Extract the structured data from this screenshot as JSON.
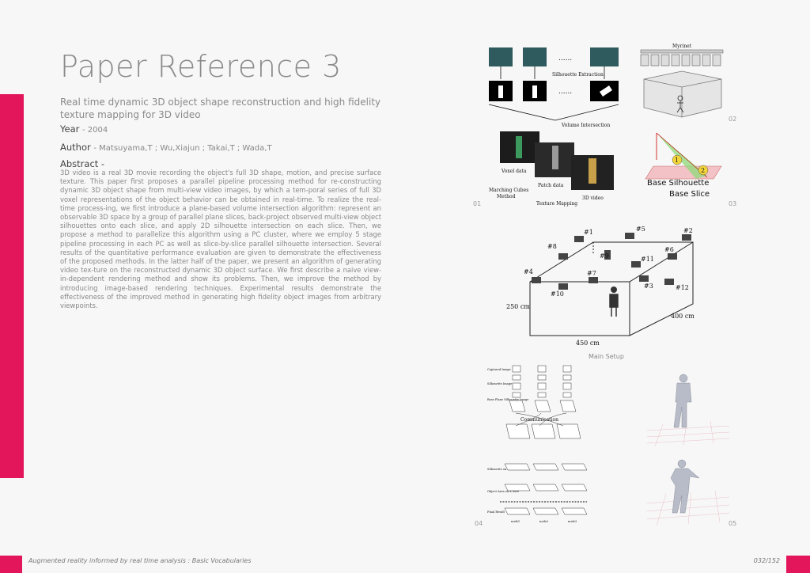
{
  "page": {
    "title": "Paper Reference 3",
    "subtitle": "Real time dynamic 3D object shape reconstruction and high fidelity texture mapping for 3D video",
    "year_label": "Year",
    "year_value": "- 2004",
    "author_label": "Author",
    "author_value": "- Matsuyama,T ; Wu,Xiajun ; Takai,T ; Wada,T",
    "abstract_label": "Abstract -",
    "abstract": "3D video is a real 3D movie recording the object's full 3D shape, motion, and precise surface texture. This paper first proposes a parallel pipeline processing method for re-constructing dynamic 3D object shape from multi-view video images, by which a tem-poral series of full 3D voxel representations of the object behavior can be obtained in real-time. To realize the real-time process-ing, we first introduce a plane-based volume intersection algorithm: represent an observable 3D space by a group of parallel plane slices, back-project observed multi-view object silhouettes onto each slice, and apply 2D silhouette intersection on each slice. Then, we propose a method to parallelize this algorithm using a PC cluster, where we employ 5 stage pipeline processing in each PC as well as slice-by-slice parallel silhouette intersection. Several results of the quantitative performance evaluation are given to demonstrate the effectiveness of the proposed methods. In the latter half of the paper, we present an algorithm of generating video tex-ture on the reconstructed dynamic 3D object surface. We first describe a naive view-in-dependent rendering method and show its problems. Then, we improve the method by introducing image-based rendering techniques. Experimental results demonstrate the effectiveness of the improved method in generating high fidelity object images from arbitrary viewpoints.",
    "footer": "Augmented reality informed by real time analysis : Basic Vocabularies",
    "page_number": "032/152",
    "accent_color": "#e3165b"
  },
  "figures": {
    "fig01": {
      "number": "01",
      "dots": "......",
      "silhouette_extraction": "Silhouette Extraction",
      "volume_intersection": "Volume Intersection",
      "voxel_data": "Voxel data",
      "patch_data": "Patch data",
      "marching_cubes": "Marching Cubes",
      "method": "Method",
      "texture_mapping": "Texture Mapping",
      "video_3d": "3D video"
    },
    "fig02": {
      "number": "02",
      "myrinet": "Myrinet"
    },
    "fig03": {
      "number": "03",
      "base_silhouette": "Base Silhouette",
      "base_slice": "Base Slice",
      "marker1": "1",
      "marker2": "2"
    },
    "main_setup": {
      "caption": "Main Setup",
      "cameras": [
        "#1",
        "#2",
        "#3",
        "#4",
        "#5",
        "#6",
        "#7",
        "#8",
        "#9",
        "#10",
        "#11",
        "#12"
      ],
      "dim_height": "250 cm",
      "dim_depth": "400 cm",
      "dim_width": "450 cm"
    },
    "fig04": {
      "number": "04",
      "labels": [
        "Captured Image",
        "Silhouette Image",
        "Base Plane Silhouette Image",
        "Silhouette on a slice",
        "Object Area on a slice",
        "Final Result"
      ],
      "communication": "Communication",
      "nodes": [
        "node1",
        "node2",
        "node3"
      ]
    },
    "fig05": {
      "number": "05"
    }
  }
}
